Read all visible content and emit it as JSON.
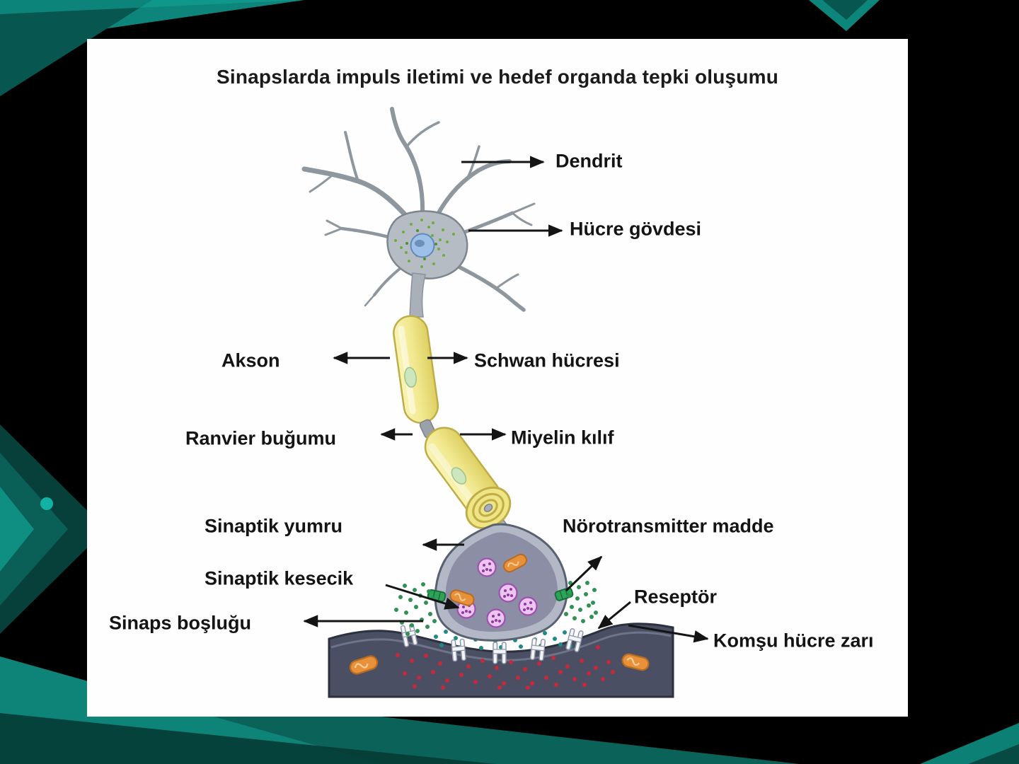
{
  "slide": {
    "title": "Sinapslarda impuls iletimi ve hedef organda tepki oluşumu",
    "labels": {
      "dendrit": "Dendrit",
      "hucre_govdesi": "Hücre gövdesi",
      "akson": "Akson",
      "schwan_hucresi": "Schwan hücresi",
      "ranvier_bugumu": "Ranvier buğumu",
      "miyelin_kilif": "Miyelin kılıf",
      "sinaptik_yumru": "Sinaptik yumru",
      "norotransmitter_madde": "Nörotransmitter madde",
      "sinaptik_kesecik": "Sinaptik kesecik",
      "reseptor": "Reseptör",
      "sinaps_boslugu": "Sinaps boşluğu",
      "komsu_hucre_zari": "Komşu hücre zarı"
    },
    "colors": {
      "background": "#000000",
      "accent_teal": "#0d8178",
      "slide_background": "#fefefe",
      "label_text": "#141414",
      "myelin_yellow": "#f1e88e",
      "vesicle_purple": "#a050b0",
      "mitochondria_orange": "#e8913a",
      "membrane_slate": "#4a4f63",
      "neurotransmitter_green": "#2f9153",
      "neurotransmitter_teal": "#1d8a85",
      "neurotransmitter_red": "#c8283a"
    }
  }
}
